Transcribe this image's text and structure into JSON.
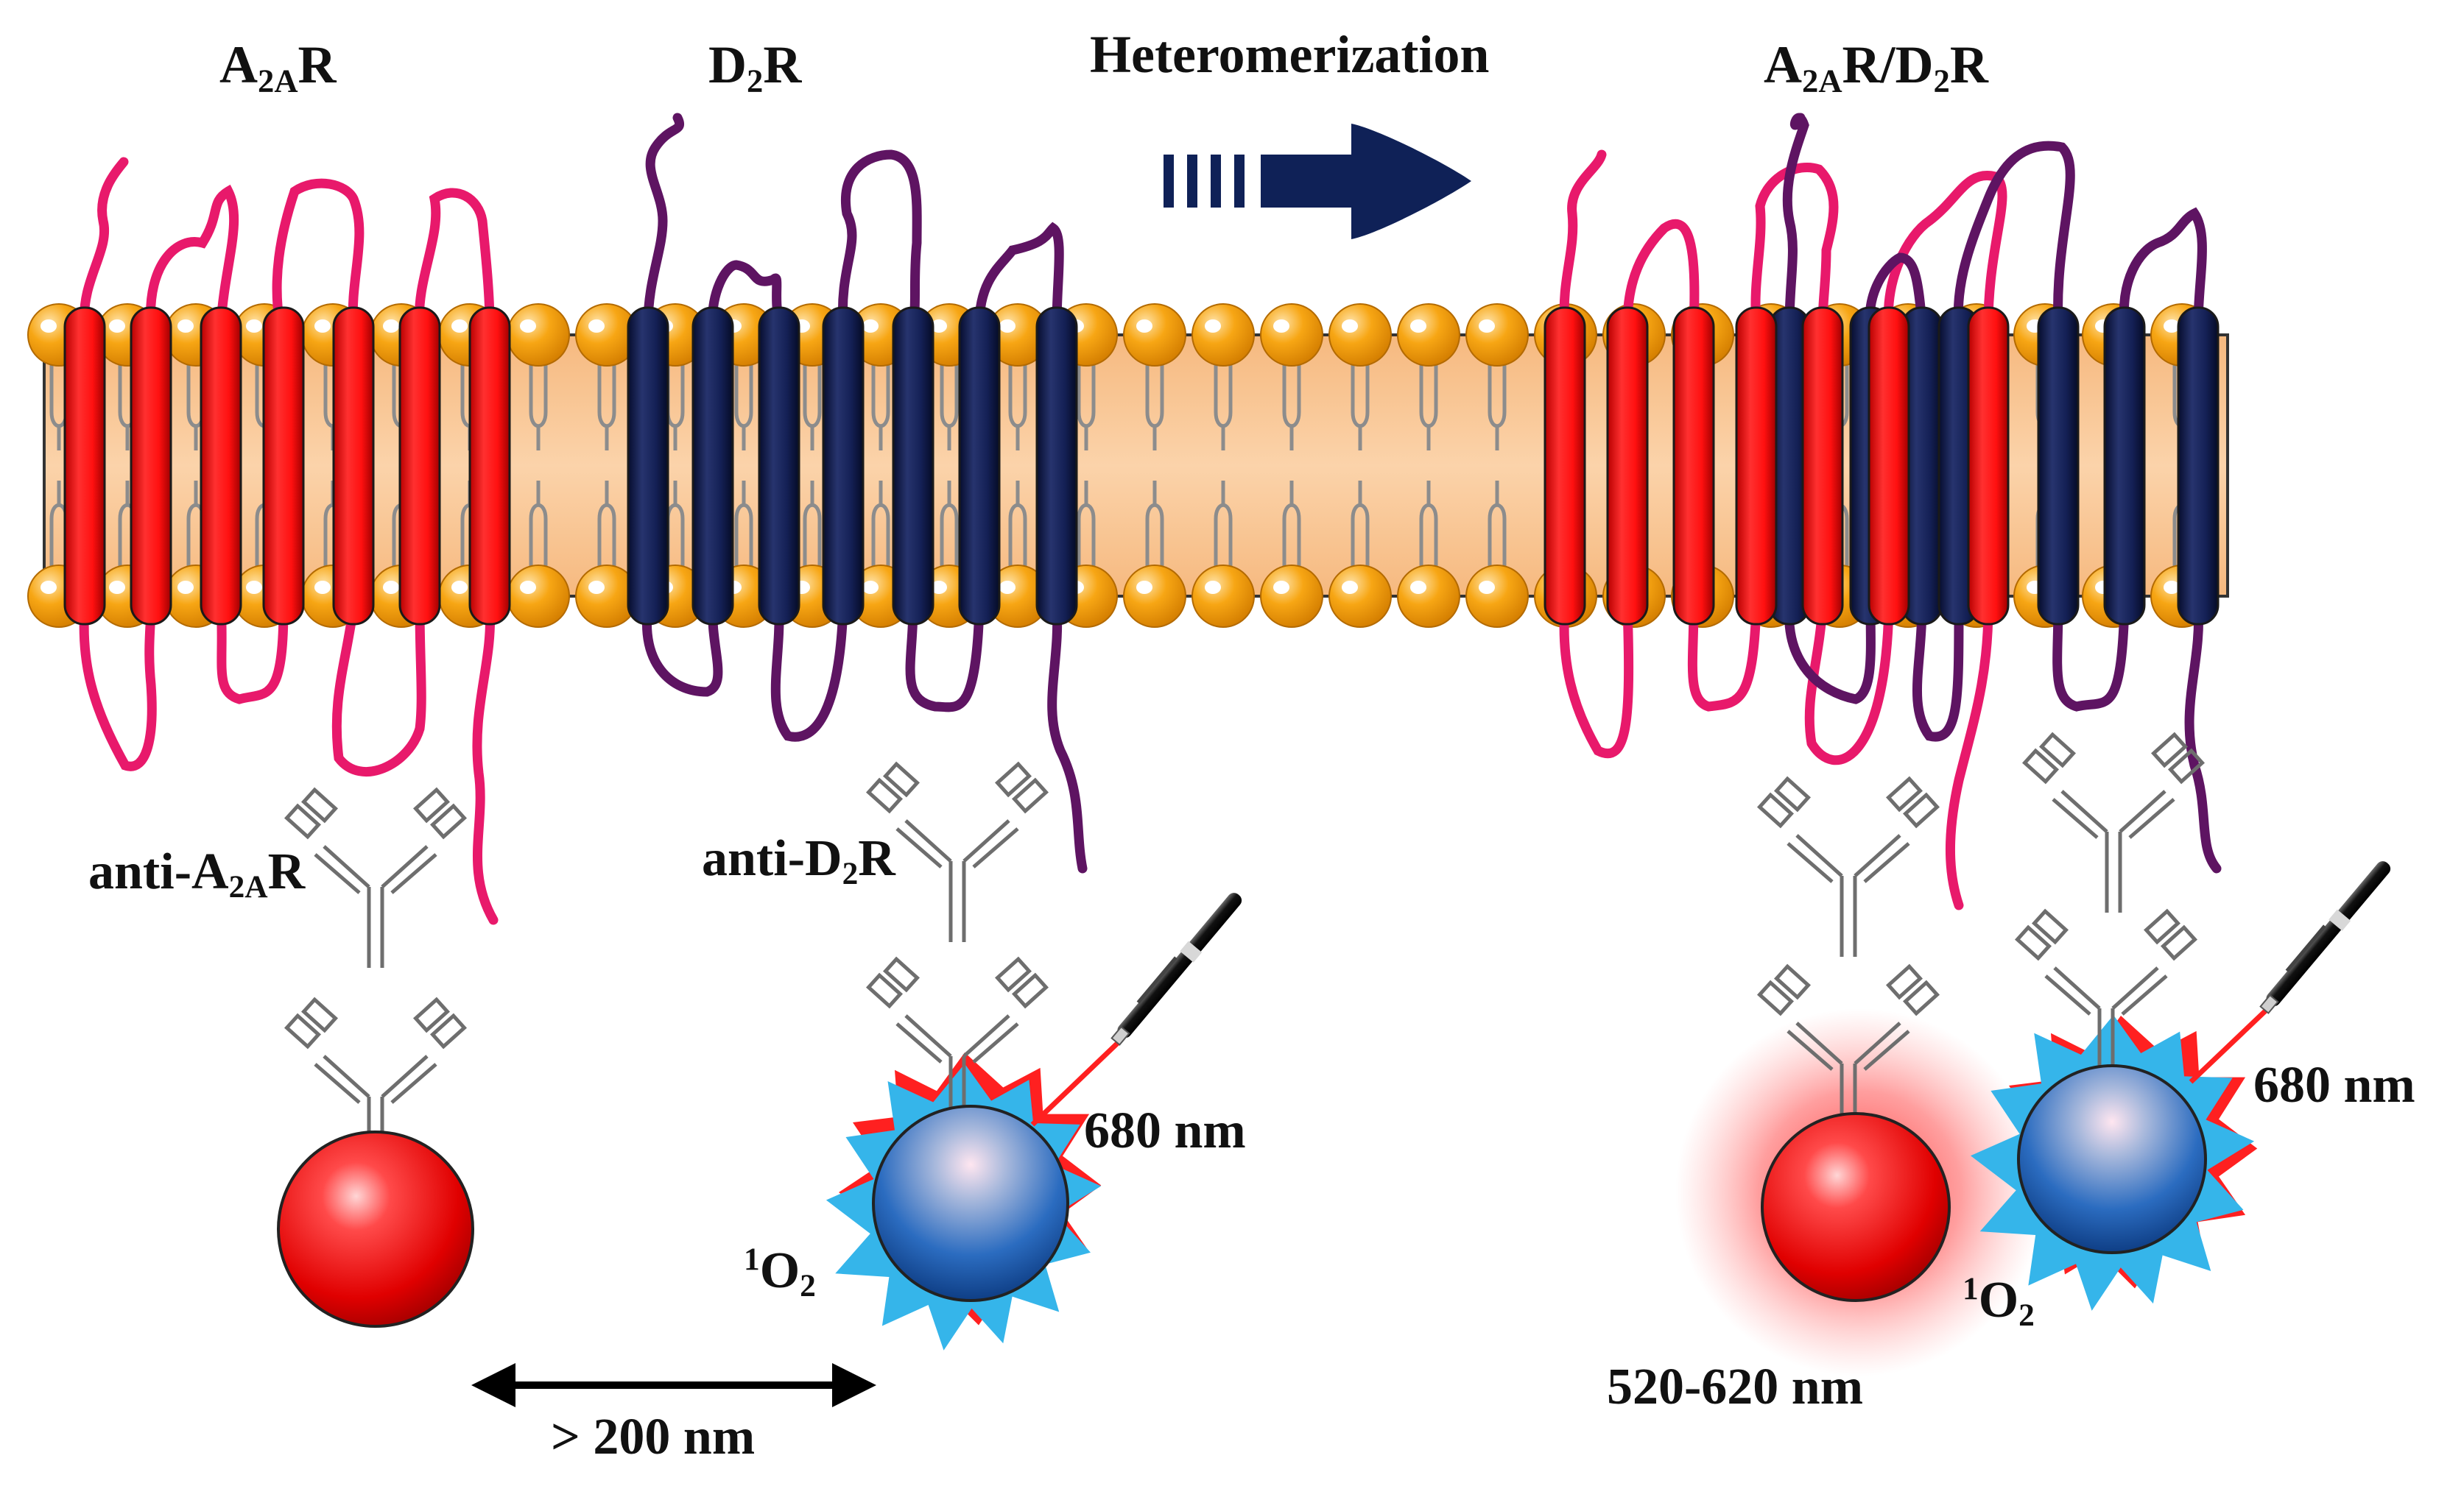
{
  "labels": {
    "a2ar": {
      "main": "A",
      "sub": "2A",
      "tail": "R"
    },
    "d2r": {
      "main": "D",
      "sub": "2",
      "tail": "R"
    },
    "heteromerization": "Heteromerization",
    "heteromer": {
      "a": "A",
      "a_sub": "2A",
      "mid": "R/D",
      "d_sub": "2",
      "tail": "R"
    },
    "anti_a2ar": {
      "pre": "anti-A",
      "sub": "2A",
      "tail": "R"
    },
    "anti_d2r": {
      "pre": "anti-D",
      "sub": "2",
      "tail": "R"
    },
    "laser_left": "680 nm",
    "laser_right": "680 nm",
    "singlet_oxygen": {
      "sup": "1",
      "main": "O",
      "sub": "2"
    },
    "emission": "520-620 nm",
    "distance": "> 200 nm"
  },
  "colors": {
    "a2a_receptor": "#ff1a1a",
    "a2a_loop": "#e8196b",
    "d2_receptor": "#0f1b4d",
    "d2_loop": "#5e1462",
    "membrane": "#f8c99a",
    "lipid_head": "#f59a0a",
    "arrow": "#0f2157",
    "acceptor_bead": "#e01010",
    "donor_bead": "#1e5fb4",
    "singlet_oxygen_burst": "#3bb8ec",
    "laser": "#ff2020"
  },
  "icons": [
    "antibody-icon",
    "laser-pointer-icon",
    "lipid-bilayer-icon"
  ]
}
